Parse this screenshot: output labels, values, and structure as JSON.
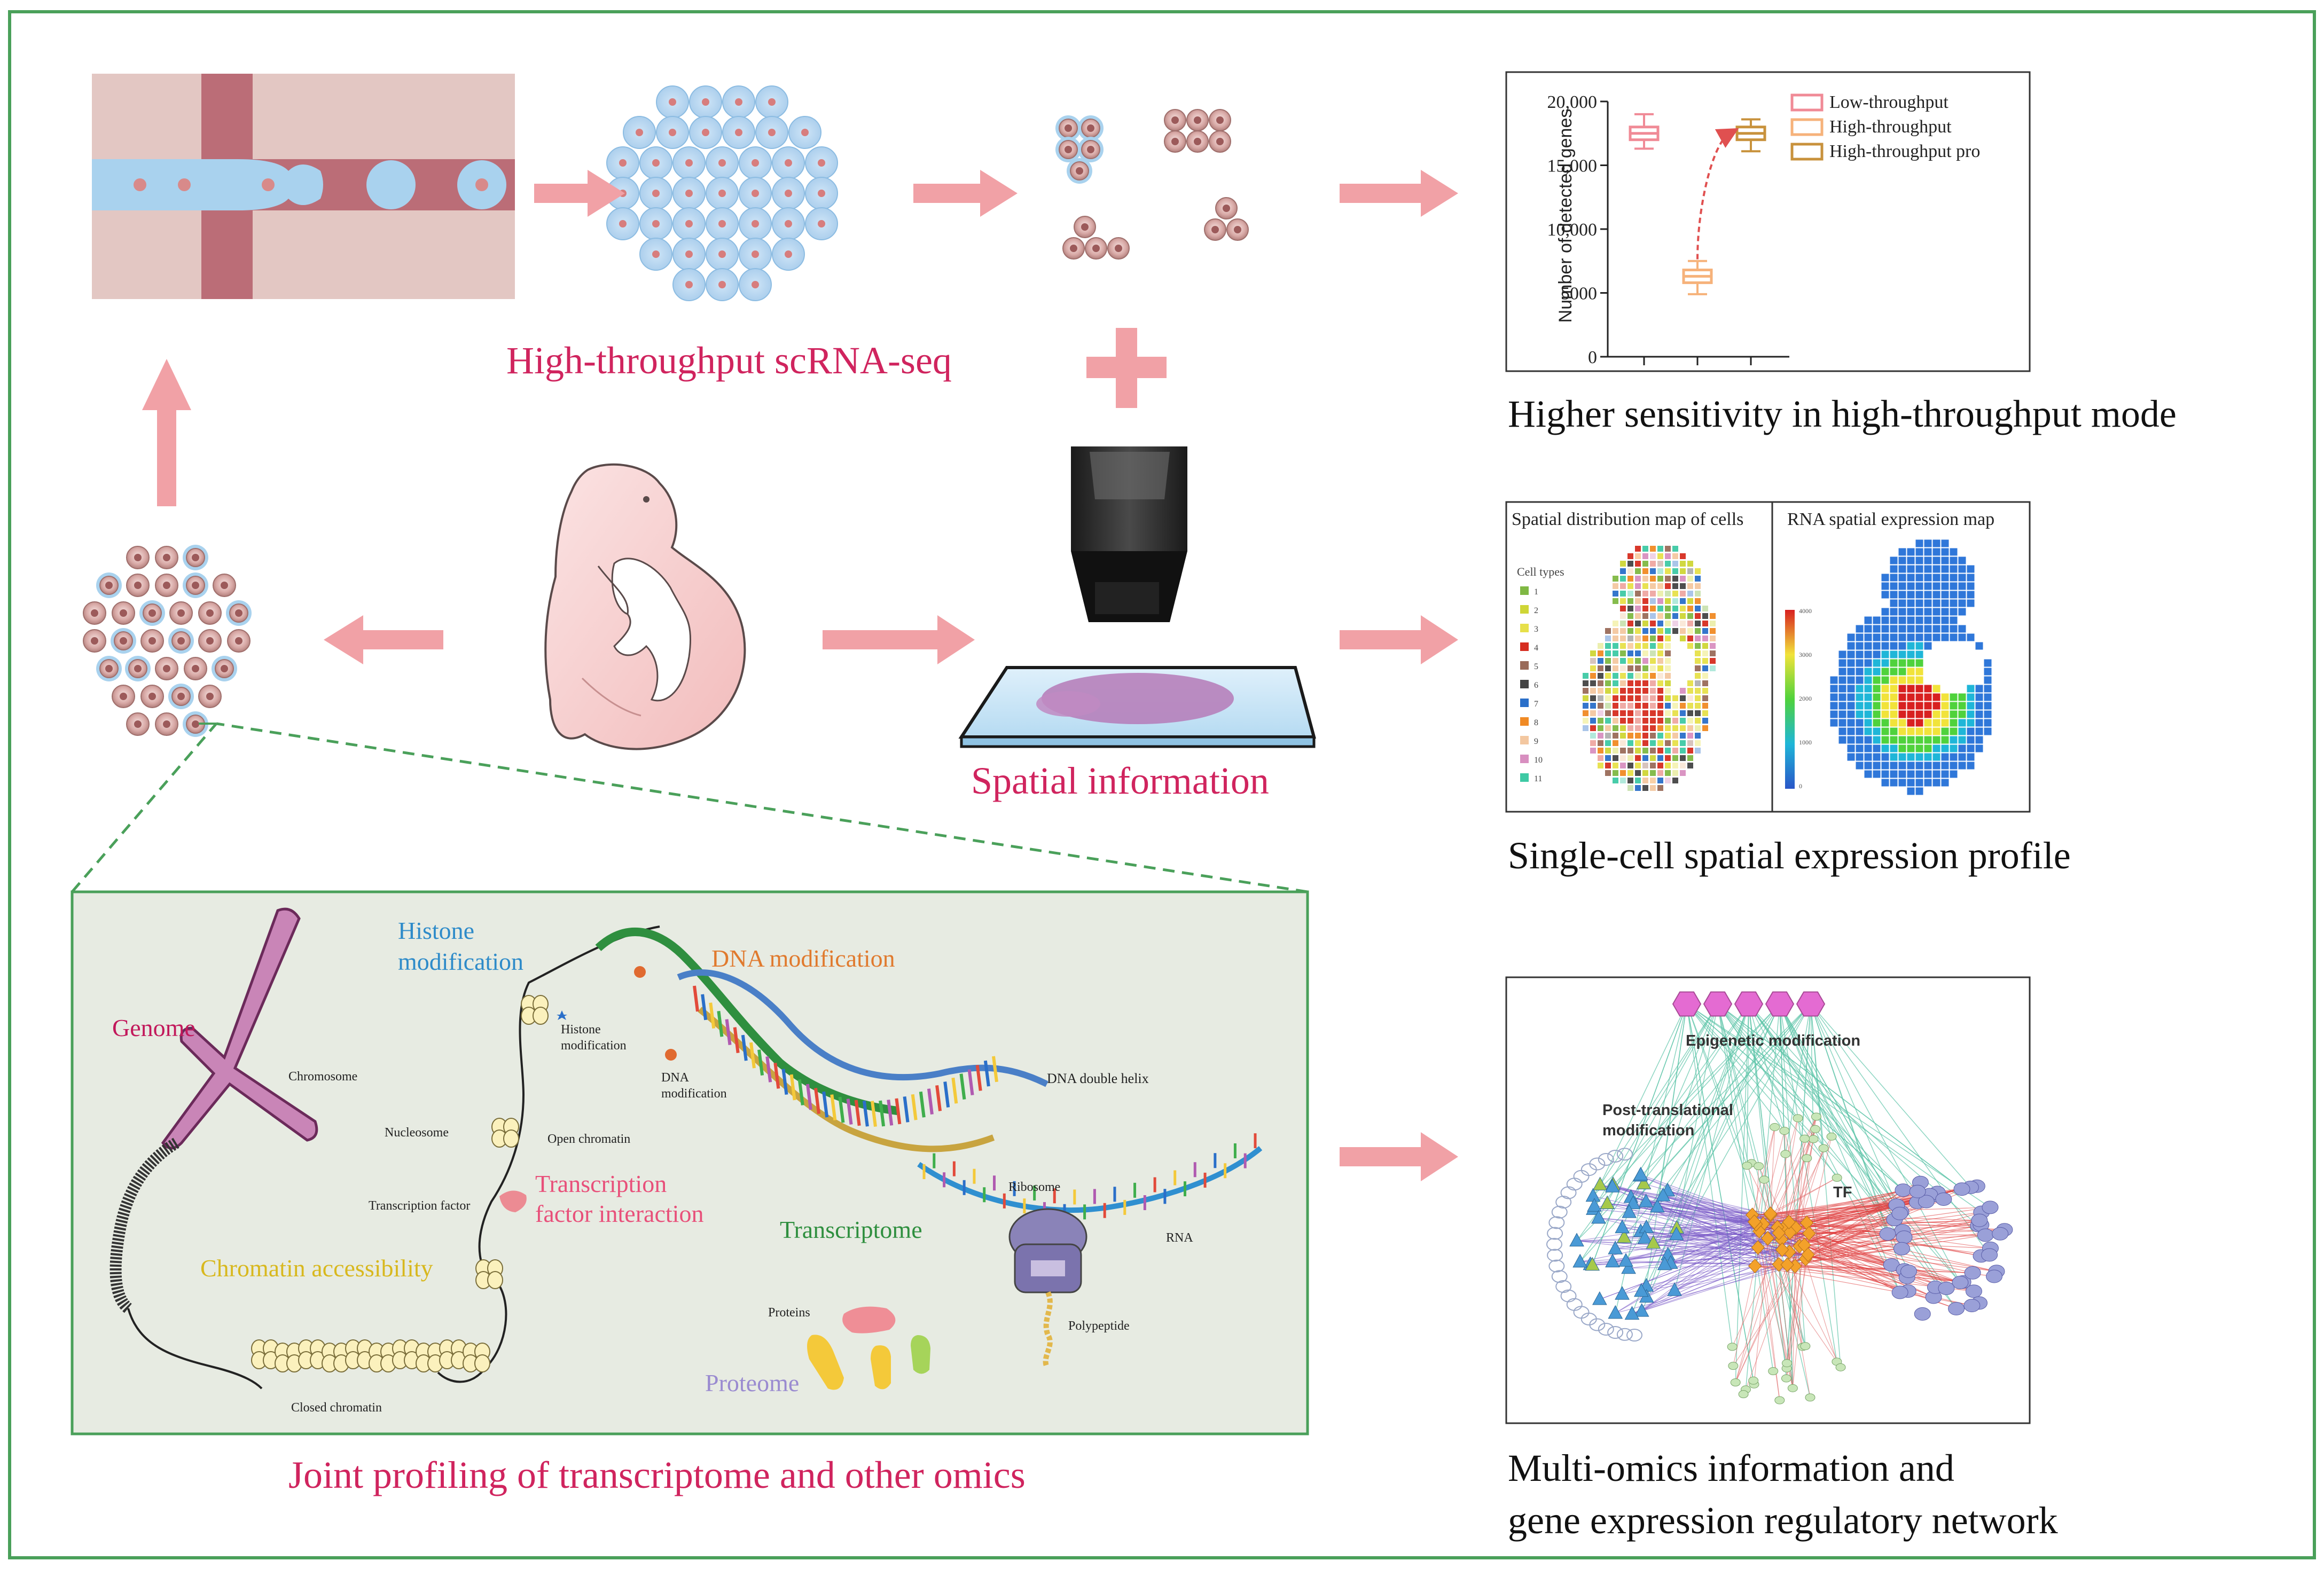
{
  "labels": {
    "scrna": "High-throughput scRNA-seq",
    "spatial": "Spatial information",
    "joint": "Joint profiling of transcriptome and other omics",
    "sensitivity": "Higher sensitivity in high-throughput mode",
    "spatial_profile": "Single-cell spatial expression profile",
    "multiomics_line1": "Multi-omics information and",
    "multiomics_line2": "gene expression regulatory network"
  },
  "chart_data": {
    "type": "box",
    "ylabel": "Number of detected genes",
    "ylim": [
      0,
      20000
    ],
    "yticks": [
      "0",
      "5000",
      "10,000",
      "15,000",
      "20,000"
    ],
    "legend_position": "top-right",
    "series": [
      {
        "name": "Low-throughput",
        "color": "#f08a96",
        "median": 17500,
        "q1": 17000,
        "q3": 18000,
        "min": 16300,
        "max": 19000
      },
      {
        "name": "High-throughput",
        "color": "#f6b27a",
        "median": 6300,
        "q1": 5800,
        "q3": 6800,
        "min": 4900,
        "max": 7500
      },
      {
        "name": "High-throughput pro",
        "color": "#c8923c",
        "median": 17500,
        "q1": 17000,
        "q3": 18000,
        "min": 16100,
        "max": 18600
      }
    ]
  },
  "spatial_panel": {
    "left_title": "Spatial distribution map of cells",
    "right_title": "RNA spatial expression map",
    "legend_title": "Cell types",
    "cell_types": [
      {
        "label": "1",
        "color": "#7fb843"
      },
      {
        "label": "2",
        "color": "#cfd636"
      },
      {
        "label": "3",
        "color": "#e7e04a"
      },
      {
        "label": "4",
        "color": "#d62d20"
      },
      {
        "label": "5",
        "color": "#9a6b5a"
      },
      {
        "label": "6",
        "color": "#444444"
      },
      {
        "label": "7",
        "color": "#2a6fc9"
      },
      {
        "label": "8",
        "color": "#f08a24"
      },
      {
        "label": "9",
        "color": "#f3c7a0"
      },
      {
        "label": "10",
        "color": "#d88fc0"
      },
      {
        "label": "11",
        "color": "#3ec9a4"
      }
    ],
    "colorbar_ticks": [
      "4000",
      "3000",
      "2000",
      "1000",
      "0"
    ]
  },
  "omics_panel": {
    "genome": "Genome",
    "histone_mod": "Histone modification",
    "dna_mod": "DNA modification",
    "transcription_factor_interaction": "Transcription factor interaction",
    "transcriptome": "Transcriptome",
    "chromatin_accessibility": "Chromatin accessibility",
    "proteome": "Proteome",
    "chromosome": "Chromosome",
    "histone_modification_small": "Histone modification",
    "dna_modification_small": "DNA modification",
    "dna_double_helix": "DNA double helix",
    "nucleosome": "Nucleosome",
    "open_chromatin": "Open chromatin",
    "transcription_factor": "Transcription factor",
    "ribosome": "Ribosome",
    "rna": "RNA",
    "proteins": "Proteins",
    "polypeptide": "Polypeptide",
    "closed_chromatin": "Closed chromatin"
  },
  "network_panel": {
    "epigenetic": "Epigenetic modification",
    "post_translational": "Post-translational modification",
    "tf": "TF"
  }
}
